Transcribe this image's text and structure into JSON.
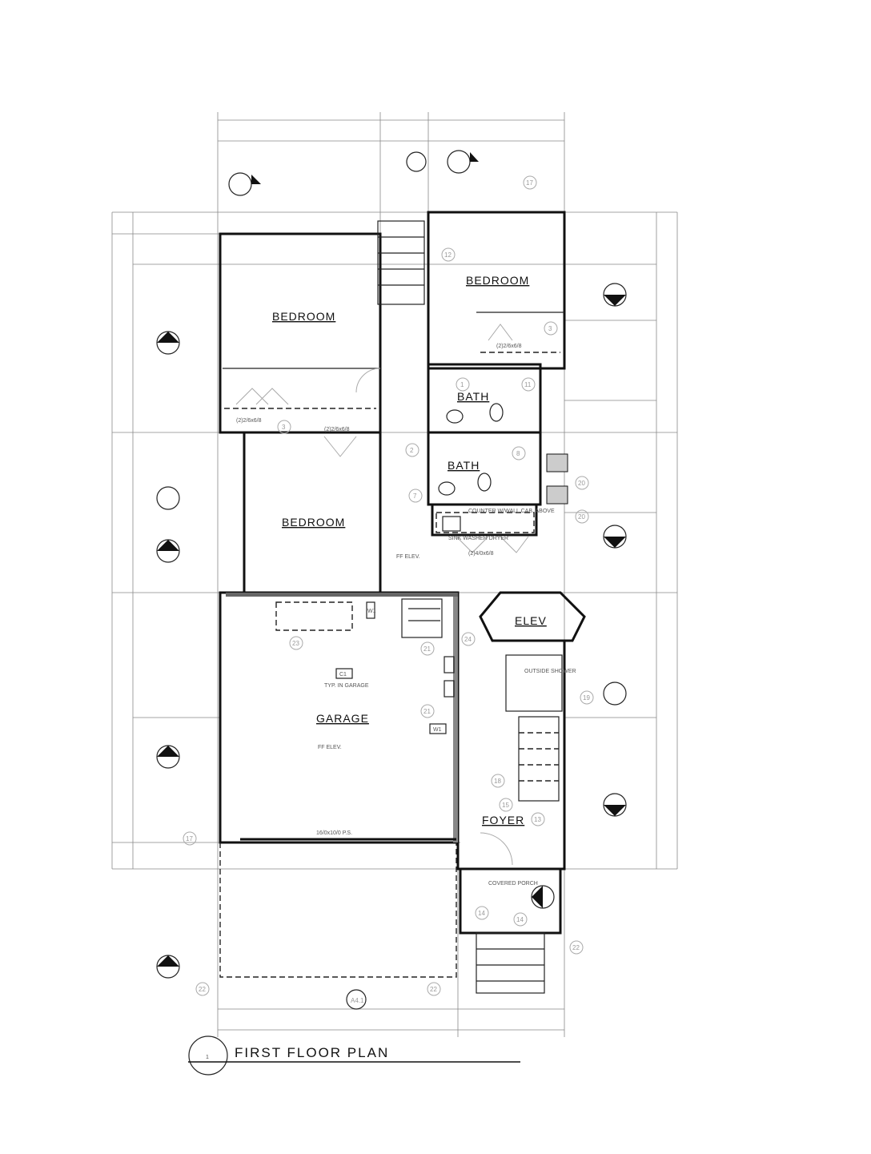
{
  "title": {
    "number": "1",
    "text": "FIRST FLOOR PLAN"
  },
  "rooms": {
    "bedroom_1": "BEDROOM",
    "bedroom_2": "BEDROOM",
    "bedroom_3": "BEDROOM",
    "bath_1": "BATH",
    "bath_2": "BATH",
    "elev": "ELEV",
    "garage": "GARAGE",
    "foyer": "FOYER",
    "outside_shower": "OUTSIDE SHOWER",
    "covered_porch": "COVERED PORCH"
  },
  "notes": {
    "ceiling_tag": "C1",
    "ceiling_note": "TYP. IN GARAGE",
    "ff_elev_1": "FF ELEV.",
    "ff_elev_2": "FF ELEV.",
    "garage_door": "16/0x10/0 P.S.",
    "closet_door_1": "(2)2/6x6/8",
    "closet_door_2": "(2)2/6x6/8",
    "closet_door_3": "(2)2/6x6/8",
    "laundry_door": "(2)4/0x6/8",
    "counter": "COUNTER W/WALL CAB. ABOVE",
    "appliances": "SINK   WASHER   DRYER",
    "window_tag_1": "W1",
    "window_tag_2": "W1",
    "section_ref": "A4.1"
  },
  "keynotes": [
    "12",
    "17",
    "3",
    "3",
    "2",
    "1",
    "11",
    "7",
    "8",
    "20",
    "20",
    "24",
    "23",
    "21",
    "21",
    "19",
    "18",
    "15",
    "13",
    "14",
    "14",
    "22",
    "22",
    "22",
    "17"
  ]
}
